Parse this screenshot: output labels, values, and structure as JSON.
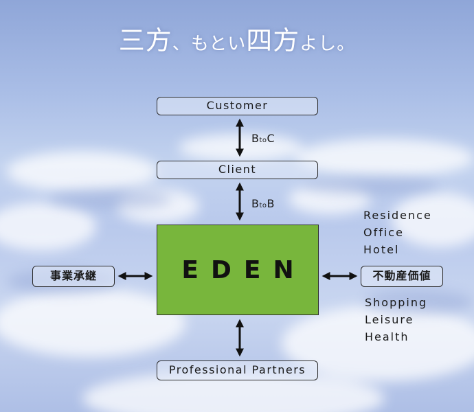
{
  "headline": {
    "part1": "三方",
    "part2": "、もとい",
    "part3": "四方",
    "part4": "よし。"
  },
  "nodes": {
    "customer": "Customer",
    "client": "Client",
    "eden": "EDEN",
    "partners": "Professional Partners",
    "succession": "事業承継",
    "property_value": "不動産価値"
  },
  "links": {
    "btoc": {
      "main": "B",
      "sub": "to",
      "end": "C"
    },
    "btob": {
      "main": "B",
      "sub": "to",
      "end": "B"
    }
  },
  "lists": {
    "upper": [
      "Residence",
      "Office",
      "Hotel"
    ],
    "lower": [
      "Shopping",
      "Leisure",
      "Health"
    ]
  },
  "colors": {
    "eden_fill": "#78b63c",
    "sky_top": "#8fa6d8",
    "sky_bottom": "#aebfe6",
    "outline": "#2b2b2b"
  }
}
